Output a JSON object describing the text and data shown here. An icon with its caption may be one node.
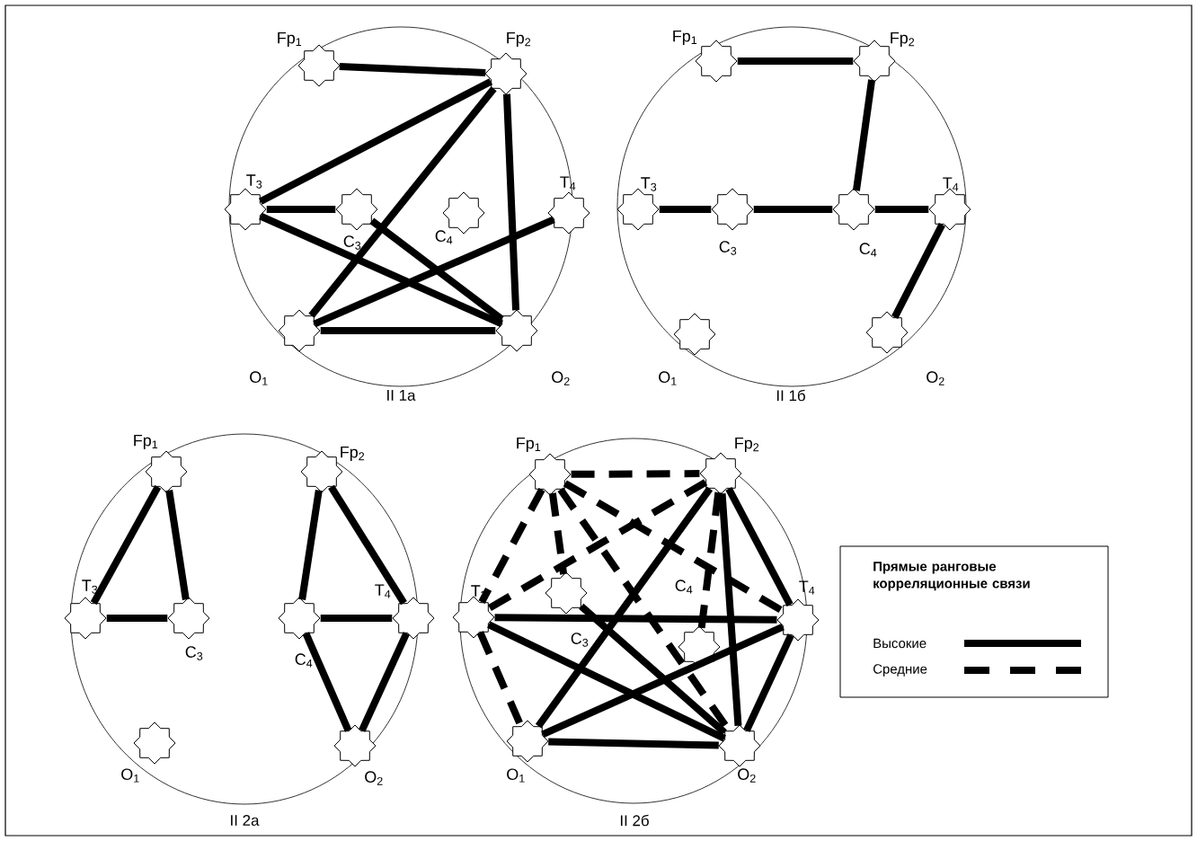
{
  "diagram": {
    "nodes": [
      {
        "text": [
          "Fp$_{1}$"
        ]
      },
      {
        "text": [
          "Fp$_{2}$"
        ]
      },
      {
        "text": [
          "T$_{3}$"
        ]
      },
      {
        "text": [
          "C$_{3}$"
        ]
      },
      {
        "text": [
          "C$_{4}$"
        ]
      },
      {
        "text": [
          "T$_{4}$"
        ]
      },
      {
        "text": [
          "O$_{1}$"
        ]
      },
      {
        "text": [
          "O$_{2}$"
        ]
      },
      {
        "text": [
          "Fp$_{1}$"
        ]
      },
      {
        "text": [
          "Fp$_{2}$"
        ]
      },
      {
        "text": [
          "T$_{3}$"
        ]
      },
      {
        "text": [
          "C$_{3}$"
        ]
      },
      {
        "text": [
          "C$_{4}$"
        ]
      },
      {
        "text": [
          "T$_{4}$"
        ]
      },
      {
        "text": [
          "O$_{1}$"
        ]
      },
      {
        "text": [
          "O$_{2}$"
        ]
      },
      {
        "text": [
          "Fp$_{1}$"
        ]
      },
      {
        "text": [
          "Fp$_{2}$"
        ]
      },
      {
        "text": [
          "T$_{3}$"
        ]
      },
      {
        "text": [
          "C$_{3}$"
        ]
      },
      {
        "text": [
          "C$_{4}$"
        ]
      },
      {
        "text": [
          "T$_{4}$"
        ]
      },
      {
        "text": [
          "O$_{1}$"
        ]
      },
      {
        "text": [
          "O$_{2}$"
        ]
      },
      {
        "text": [
          "Fp$_{1}$"
        ]
      },
      {
        "text": [
          "Fp$_{2}$"
        ]
      },
      {
        "text": [
          "T$_{3}$"
        ]
      },
      {
        "text": [
          "C$_{3}$"
        ]
      },
      {
        "text": [
          "C$_{4}$"
        ]
      },
      {
        "text": [
          "T$_{4}$"
        ]
      },
      {
        "text": [
          "O$_{1}$"
        ]
      },
      {
        "text": [
          "O$_{2}$"
        ]
      }
    ],
    "edges": [
      {
        "from": 0,
        "to": 1,
        "arrow": "none"
      },
      {
        "from": 1,
        "to": 2,
        "arrow": "none"
      },
      {
        "from": 2,
        "to": 3,
        "arrow": "none"
      },
      {
        "from": 1,
        "to": 6,
        "arrow": "none"
      },
      {
        "from": 1,
        "to": 7,
        "arrow": "none"
      },
      {
        "from": 2,
        "to": 7,
        "arrow": "none"
      },
      {
        "from": 3,
        "to": 7,
        "arrow": "none"
      },
      {
        "from": 5,
        "to": 6,
        "arrow": "none"
      },
      {
        "from": 6,
        "to": 7,
        "arrow": "none"
      },
      {
        "from": 8,
        "to": 9,
        "arrow": "none"
      },
      {
        "from": 9,
        "to": 12,
        "arrow": "none"
      },
      {
        "from": 10,
        "to": 11,
        "arrow": "none"
      },
      {
        "from": 11,
        "to": 12,
        "arrow": "none"
      },
      {
        "from": 12,
        "to": 13,
        "arrow": "none"
      },
      {
        "from": 13,
        "to": 15,
        "arrow": "none"
      },
      {
        "from": 16,
        "to": 18,
        "arrow": "none"
      },
      {
        "from": 16,
        "to": 19,
        "arrow": "none"
      },
      {
        "from": 18,
        "to": 19,
        "arrow": "none"
      },
      {
        "from": 17,
        "to": 20,
        "arrow": "none"
      },
      {
        "from": 17,
        "to": 21,
        "arrow": "none"
      },
      {
        "from": 20,
        "to": 21,
        "arrow": "none"
      },
      {
        "from": 20,
        "to": 23,
        "arrow": "none"
      },
      {
        "from": 21,
        "to": 23,
        "arrow": "none"
      },
      {
        "from": 26,
        "to": 29,
        "arrow": "none"
      },
      {
        "from": 26,
        "to": 31,
        "arrow": "none"
      },
      {
        "from": 27,
        "to": 31,
        "arrow": "none"
      },
      {
        "from": 25,
        "to": 30,
        "arrow": "none"
      },
      {
        "from": 25,
        "to": 31,
        "arrow": "none"
      },
      {
        "from": 25,
        "to": 29,
        "arrow": "none"
      },
      {
        "from": 29,
        "to": 30,
        "arrow": "none"
      },
      {
        "from": 29,
        "to": 31,
        "arrow": "none"
      },
      {
        "from": 30,
        "to": 31,
        "arrow": "none"
      },
      {
        "from": 24,
        "to": 25,
        "arrow": "none",
        "style": "dashed"
      },
      {
        "from": 24,
        "to": 26,
        "arrow": "none",
        "style": "dashed"
      },
      {
        "from": 24,
        "to": 27,
        "arrow": "none",
        "style": "dashed"
      },
      {
        "from": 24,
        "to": 31,
        "arrow": "none",
        "style": "dashed"
      },
      {
        "from": 24,
        "to": 29,
        "arrow": "none",
        "style": "dashed"
      },
      {
        "from": 25,
        "to": 26,
        "arrow": "none",
        "style": "dashed"
      },
      {
        "from": 25,
        "to": 28,
        "arrow": "none",
        "style": "dashed"
      },
      {
        "from": 26,
        "to": 30,
        "arrow": "none",
        "style": "dashed"
      }
    ],
    "labels": [
      "II 1а",
      "II 1б",
      "II 2а",
      "II 2б",
      "Прямые ранговые корреляционные связи"
    ],
    "legend": [
      {
        "text": "Высокие"
      },
      {
        "text": "Средние"
      }
    ]
  }
}
